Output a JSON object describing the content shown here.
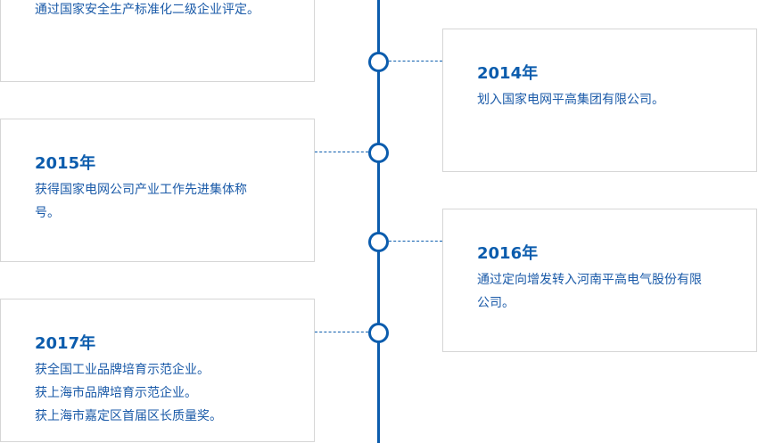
{
  "accent_color": "#0b5cad",
  "events": [
    {
      "year": "",
      "desc": "通过国家安全生产标准化二级企业评定。"
    },
    {
      "year": "2014年",
      "desc": "划入国家电网平高集团有限公司。"
    },
    {
      "year": "2015年",
      "desc": "获得国家电网公司产业工作先进集体称号。"
    },
    {
      "year": "2016年",
      "desc": "通过定向增发转入河南平高电气股份有限公司。"
    },
    {
      "year": "2017年",
      "desc": [
        "获全国工业品牌培育示范企业。",
        "获上海市品牌培育示范企业。",
        "获上海市嘉定区首届区长质量奖。"
      ]
    }
  ]
}
